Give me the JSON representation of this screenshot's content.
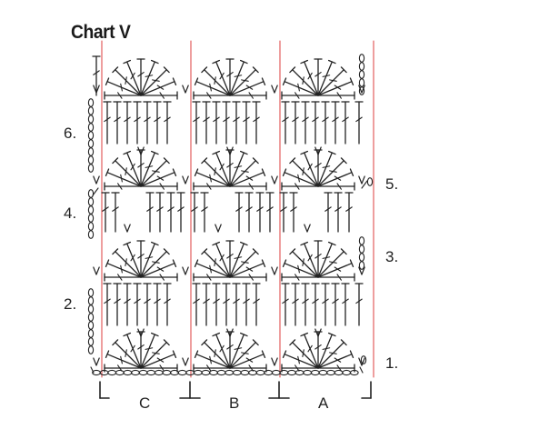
{
  "title": "Chart V",
  "rows": {
    "row1": "1.",
    "row2": "2.",
    "row3": "3.",
    "row4": "4.",
    "row5": "5.",
    "row6": "6."
  },
  "repeats": {
    "a": "A",
    "b": "B",
    "c": "C"
  },
  "colors": {
    "stitch": "#222222",
    "repeat_line": "#e05050",
    "text": "#222222"
  },
  "symbols": {
    "chain": "ellipse",
    "treble": "treble-crochet-icon",
    "fan": "fan-shell-icon",
    "single": "v-stitch-icon"
  }
}
